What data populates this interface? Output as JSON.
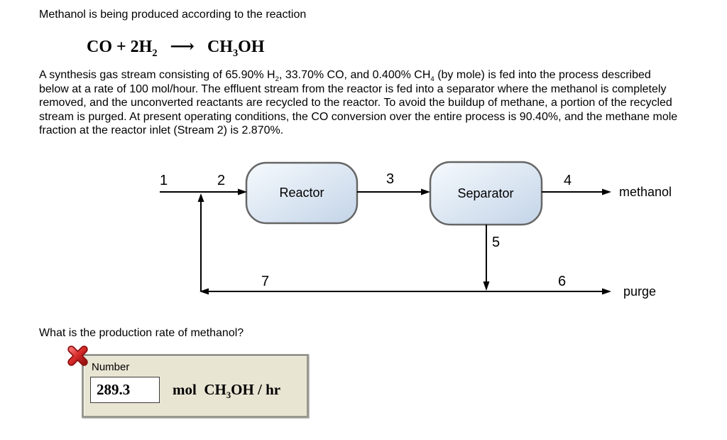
{
  "problem": {
    "intro": "Methanol is being produced according to the reaction",
    "equation_segments": [
      {
        "t": "CO + 2H"
      },
      {
        "t": "2",
        "sub": true
      },
      {
        "t": "   ⟶   "
      },
      {
        "t": "CH"
      },
      {
        "t": "3",
        "sub": true
      },
      {
        "t": "OH"
      }
    ],
    "paragraph_segments": [
      {
        "t": "A synthesis gas stream consisting of 65.90% H"
      },
      {
        "t": "2",
        "sub": true
      },
      {
        "t": ", 33.70% CO, and 0.400% CH"
      },
      {
        "t": "4",
        "sub": true
      },
      {
        "t": " (by mole) is fed into the process described below at a rate of 100 mol/hour. The effluent stream from the reactor is fed into a separator where the methanol is completely removed, and the unconverted reactants are recycled to the reactor. To avoid the buildup of methane, a portion of the recycled stream is purged. At present operating conditions, the CO conversion over the entire process is 90.40%, and the methane mole fraction at the reactor inlet (Stream 2) is 2.870%."
      }
    ],
    "question": "What is the production rate of methanol?"
  },
  "diagram": {
    "reactor_label": "Reactor",
    "separator_label": "Separator",
    "streams": [
      "1",
      "2",
      "3",
      "4",
      "5",
      "6",
      "7"
    ],
    "methanol_label": "methanol",
    "purge_label": "purge",
    "colors": {
      "vessel_fill_light": "#f6fafd",
      "vessel_fill_dark": "#c3d4e8",
      "vessel_stroke": "#666666",
      "line": "#000000"
    }
  },
  "answer": {
    "field_label": "Number",
    "value": "289.3",
    "units_segments": [
      {
        "t": "mol  CH"
      },
      {
        "t": "3",
        "sub": true
      },
      {
        "t": "OH / hr"
      }
    ],
    "status": "incorrect",
    "colors": {
      "panel_bg": "#e9e5d3",
      "panel_border": "#98988e",
      "x_red": "#cc2121",
      "x_dark_red": "#8b0f0f"
    }
  }
}
